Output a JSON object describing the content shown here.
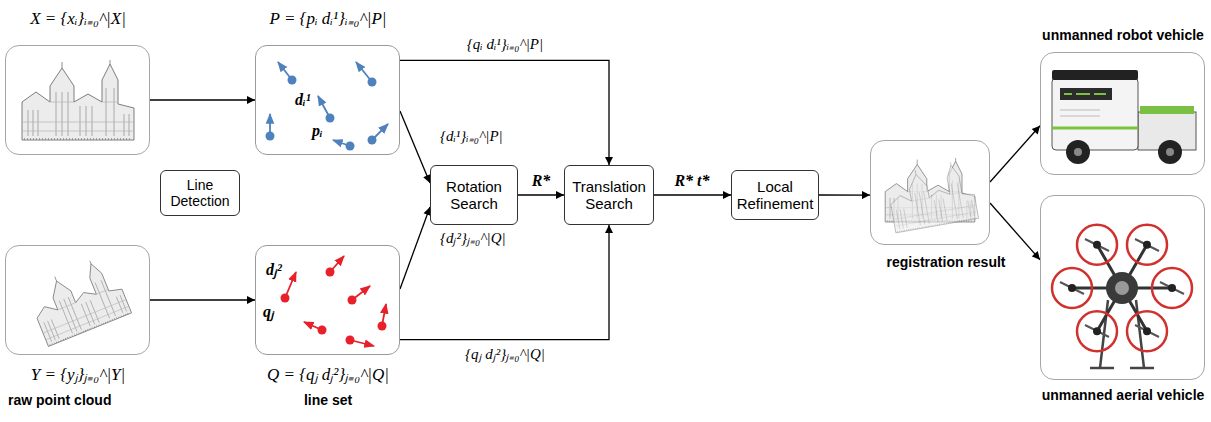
{
  "diagram": {
    "nodes": [
      {
        "text": [
          "X = {xᵢ}ᵢ₌₀^|X|"
        ]
      },
      {
        "text": [
          "Y = {yⱼ}ⱼ₌₀^|Y|",
          "raw point cloud"
        ]
      },
      {
        "text": [
          "Line Detection"
        ]
      },
      {
        "text": [
          "P = {pᵢ dᵢ¹}ᵢ₌₀^|P|",
          "dᵢ¹",
          "pᵢ"
        ]
      },
      {
        "text": [
          "dⱼ²",
          "qⱼ",
          "Q = {qⱼ dⱼ²}ⱼ₌₀^|Q|",
          "line set"
        ]
      },
      {
        "text": [
          "Rotation Search"
        ]
      },
      {
        "text": [
          "Translation Search"
        ]
      },
      {
        "text": [
          "Local Refinement"
        ]
      },
      {
        "text": [
          "registration result"
        ]
      },
      {
        "text": [
          "unmanned robot vehicle"
        ]
      },
      {
        "text": [
          "unmanned aerial vehicle"
        ]
      }
    ],
    "edges": [
      {
        "from": 0,
        "to": 3,
        "arrow": "to"
      },
      {
        "from": 1,
        "to": 4,
        "arrow": "to"
      },
      {
        "from": 3,
        "to": 5,
        "label": "{dᵢ¹}ᵢ₌₀^|P|",
        "arrow": "to"
      },
      {
        "from": 4,
        "to": 5,
        "label": "{dⱼ²}ⱼ₌₀^|Q|",
        "arrow": "to"
      },
      {
        "from": 3,
        "to": 6,
        "label": "{qᵢ dᵢ¹}ᵢ₌₀^|P|",
        "arrow": "to"
      },
      {
        "from": 4,
        "to": 6,
        "label": "{qⱼ dⱼ²}ⱼ₌₀^|Q|",
        "arrow": "to"
      },
      {
        "from": 5,
        "to": 6,
        "label": "R*",
        "arrow": "to"
      },
      {
        "from": 6,
        "to": 7,
        "label": "R* t*",
        "arrow": "to"
      },
      {
        "from": 7,
        "to": 8,
        "arrow": "to"
      },
      {
        "from": 8,
        "to": 9,
        "arrow": "to"
      },
      {
        "from": 8,
        "to": 10,
        "arrow": "to"
      }
    ]
  }
}
